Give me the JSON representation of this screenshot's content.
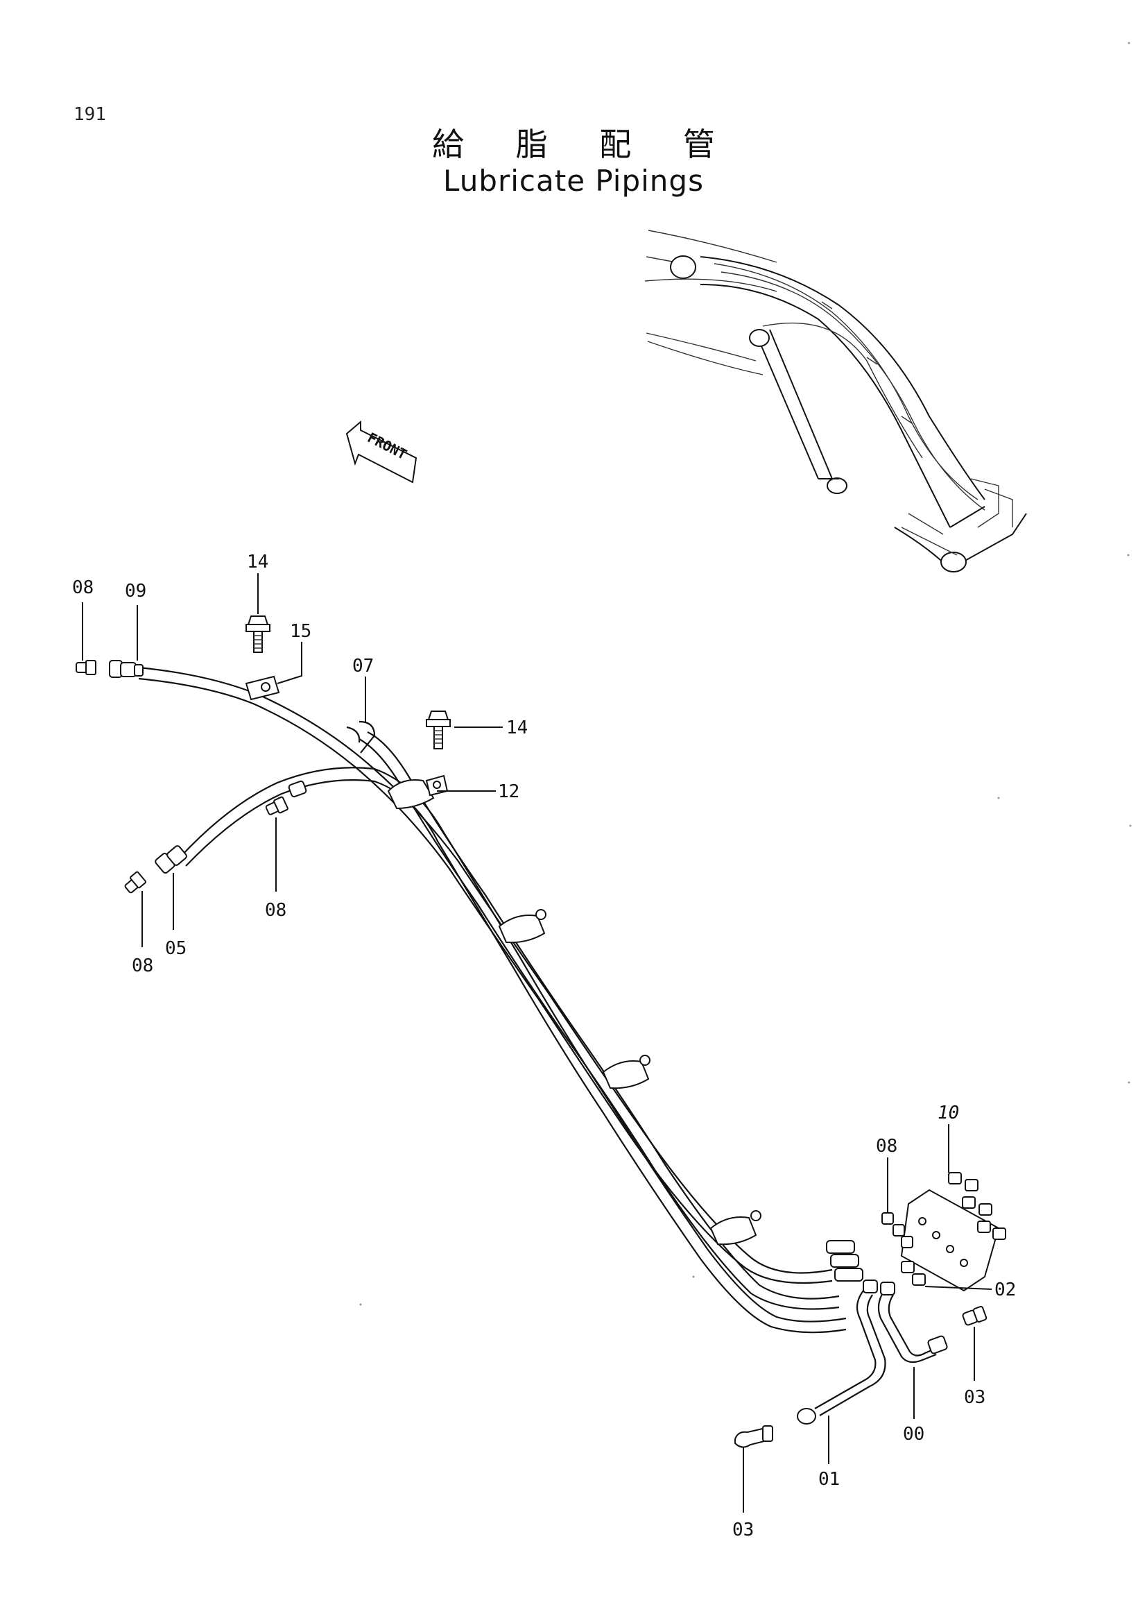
{
  "page": {
    "number": "191"
  },
  "title": {
    "japanese": "給 脂 配 管",
    "english": "Lubricate Pipings"
  },
  "direction_marker": {
    "label": "FRONT"
  },
  "callouts": {
    "c08_left_top": "08",
    "c09": "09",
    "c14_top": "14",
    "c15": "15",
    "c07": "07",
    "c14_right": "14",
    "c12": "12",
    "c08_mid": "08",
    "c08_bottom_left": "08",
    "c05": "05",
    "c10": "10",
    "c08_right": "08",
    "c02": "02",
    "c03_right": "03",
    "c00": "00",
    "c01": "01",
    "c03_bottom": "03"
  }
}
